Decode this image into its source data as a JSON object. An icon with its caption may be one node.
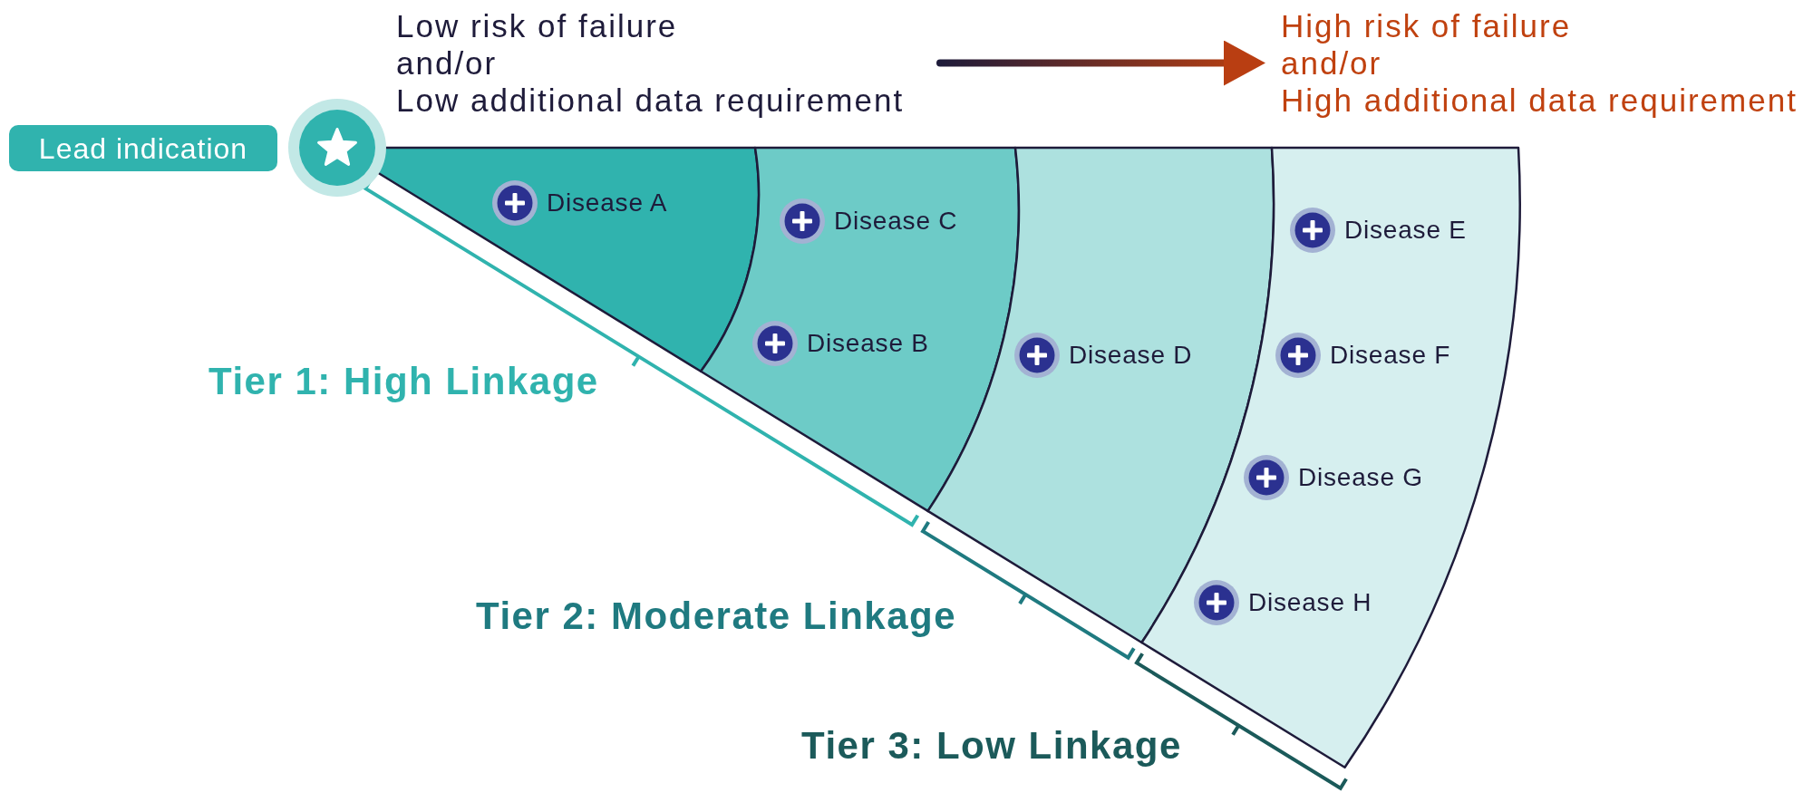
{
  "diagram": {
    "nodes": [
      {
        "text": [
          "Low risk of failure",
          "and/or",
          "Low additional data requirement"
        ]
      },
      {
        "text": [
          "High risk of failure",
          "and/or",
          "High additional data requirement"
        ]
      },
      {
        "text": [
          "Lead indication"
        ]
      },
      {
        "text": [],
        "shape": "sector"
      },
      {
        "text": [
          "Disease A"
        ],
        "in": 3
      },
      {
        "text": [],
        "shape": "band"
      },
      {
        "text": [
          "Disease C"
        ],
        "in": 5
      },
      {
        "text": [
          "Disease B"
        ],
        "in": 5
      },
      {
        "text": [],
        "shape": "band"
      },
      {
        "text": [
          "Disease D"
        ],
        "in": 8
      },
      {
        "text": [],
        "shape": "band"
      },
      {
        "text": [
          "Disease E"
        ],
        "in": 10
      },
      {
        "text": [
          "Disease F"
        ],
        "in": 10
      },
      {
        "text": [
          "Disease G"
        ],
        "in": 10
      },
      {
        "text": [
          "Disease H"
        ],
        "in": 10
      }
    ],
    "edges": [
      {
        "from": 0,
        "to": 1,
        "arrow": "to"
      }
    ],
    "labels": [
      "Tier 1: High Linkage",
      "Tier 2: Moderate Linkage",
      "Tier 3: Low Linkage"
    ]
  }
}
